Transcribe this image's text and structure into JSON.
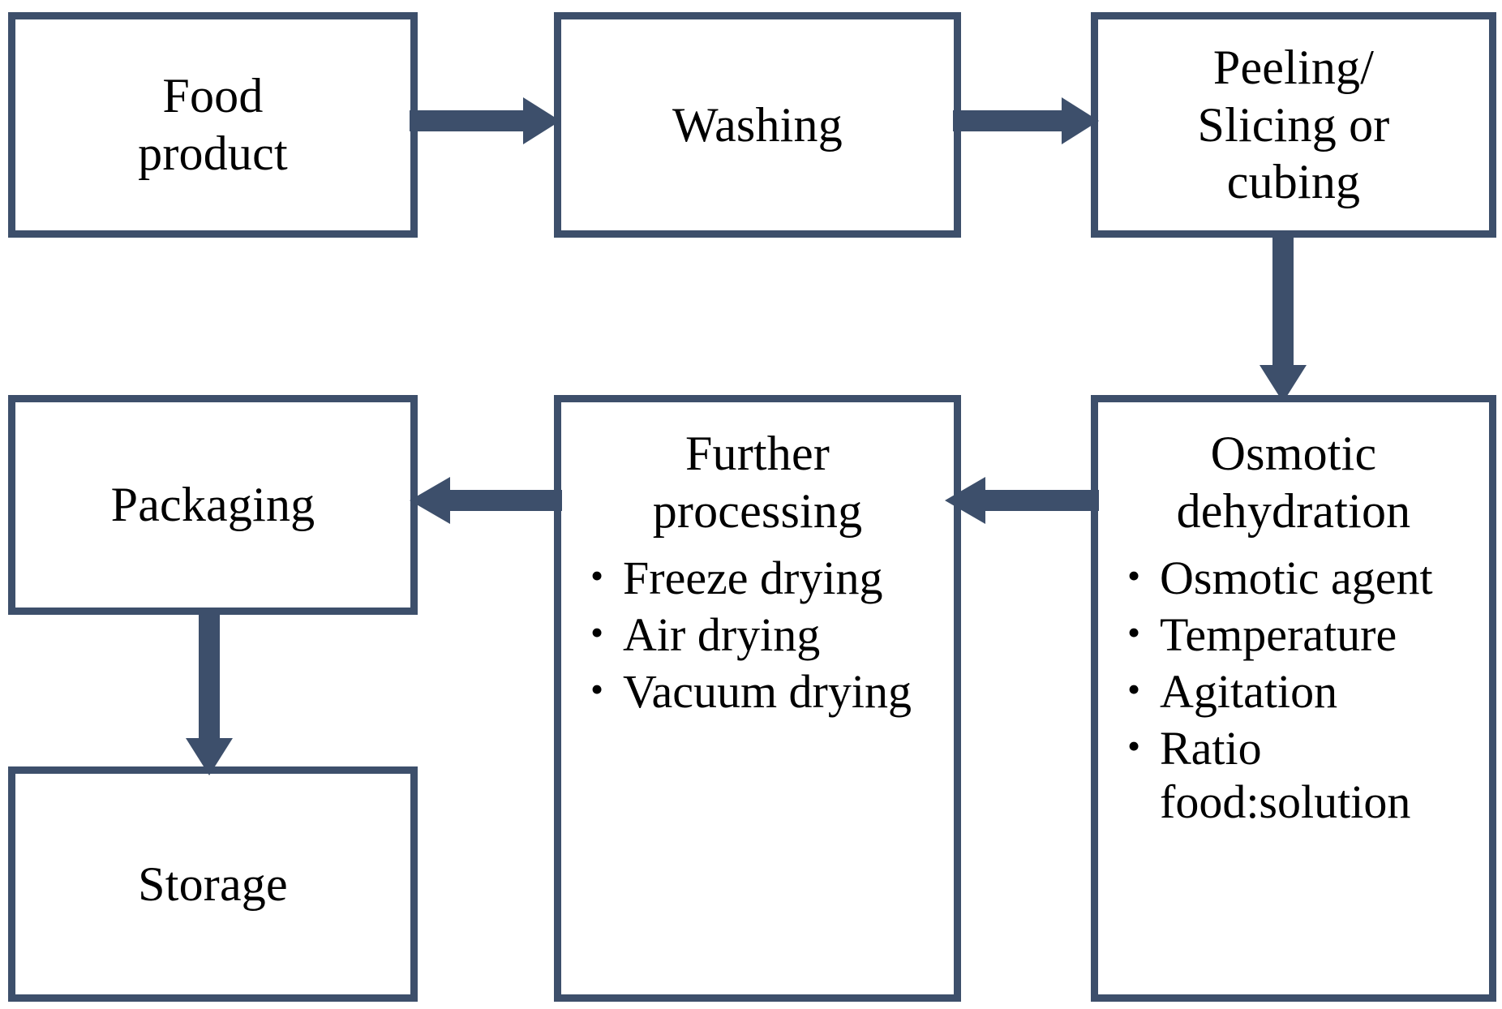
{
  "diagram": {
    "title": "Osmotic dehydration food processing flowchart",
    "accent_color": "#3d4f6b",
    "background_color": "#ffffff",
    "text_color": "#000000",
    "bullet_glyph": "•"
  },
  "nodes": {
    "food_product": {
      "label": "Food\nproduct"
    },
    "washing": {
      "label": "Washing"
    },
    "peeling": {
      "label": "Peeling/\nSlicing or\ncubing"
    },
    "osmotic_dehydration": {
      "label": "Osmotic\ndehydration",
      "bullets": [
        "Osmotic agent",
        "Temperature",
        "Agitation",
        "Ratio food:solution"
      ]
    },
    "further_processing": {
      "label": "Further\nprocessing",
      "bullets": [
        "Freeze drying",
        "Air drying",
        "Vacuum drying"
      ]
    },
    "packaging": {
      "label": "Packaging"
    },
    "storage": {
      "label": "Storage"
    }
  },
  "connectors": [
    {
      "from": "food_product",
      "to": "washing",
      "direction": "right"
    },
    {
      "from": "washing",
      "to": "peeling",
      "direction": "right"
    },
    {
      "from": "peeling",
      "to": "osmotic_dehydration",
      "direction": "down"
    },
    {
      "from": "osmotic_dehydration",
      "to": "further_processing",
      "direction": "left"
    },
    {
      "from": "further_processing",
      "to": "packaging",
      "direction": "left"
    },
    {
      "from": "packaging",
      "to": "storage",
      "direction": "down"
    }
  ]
}
